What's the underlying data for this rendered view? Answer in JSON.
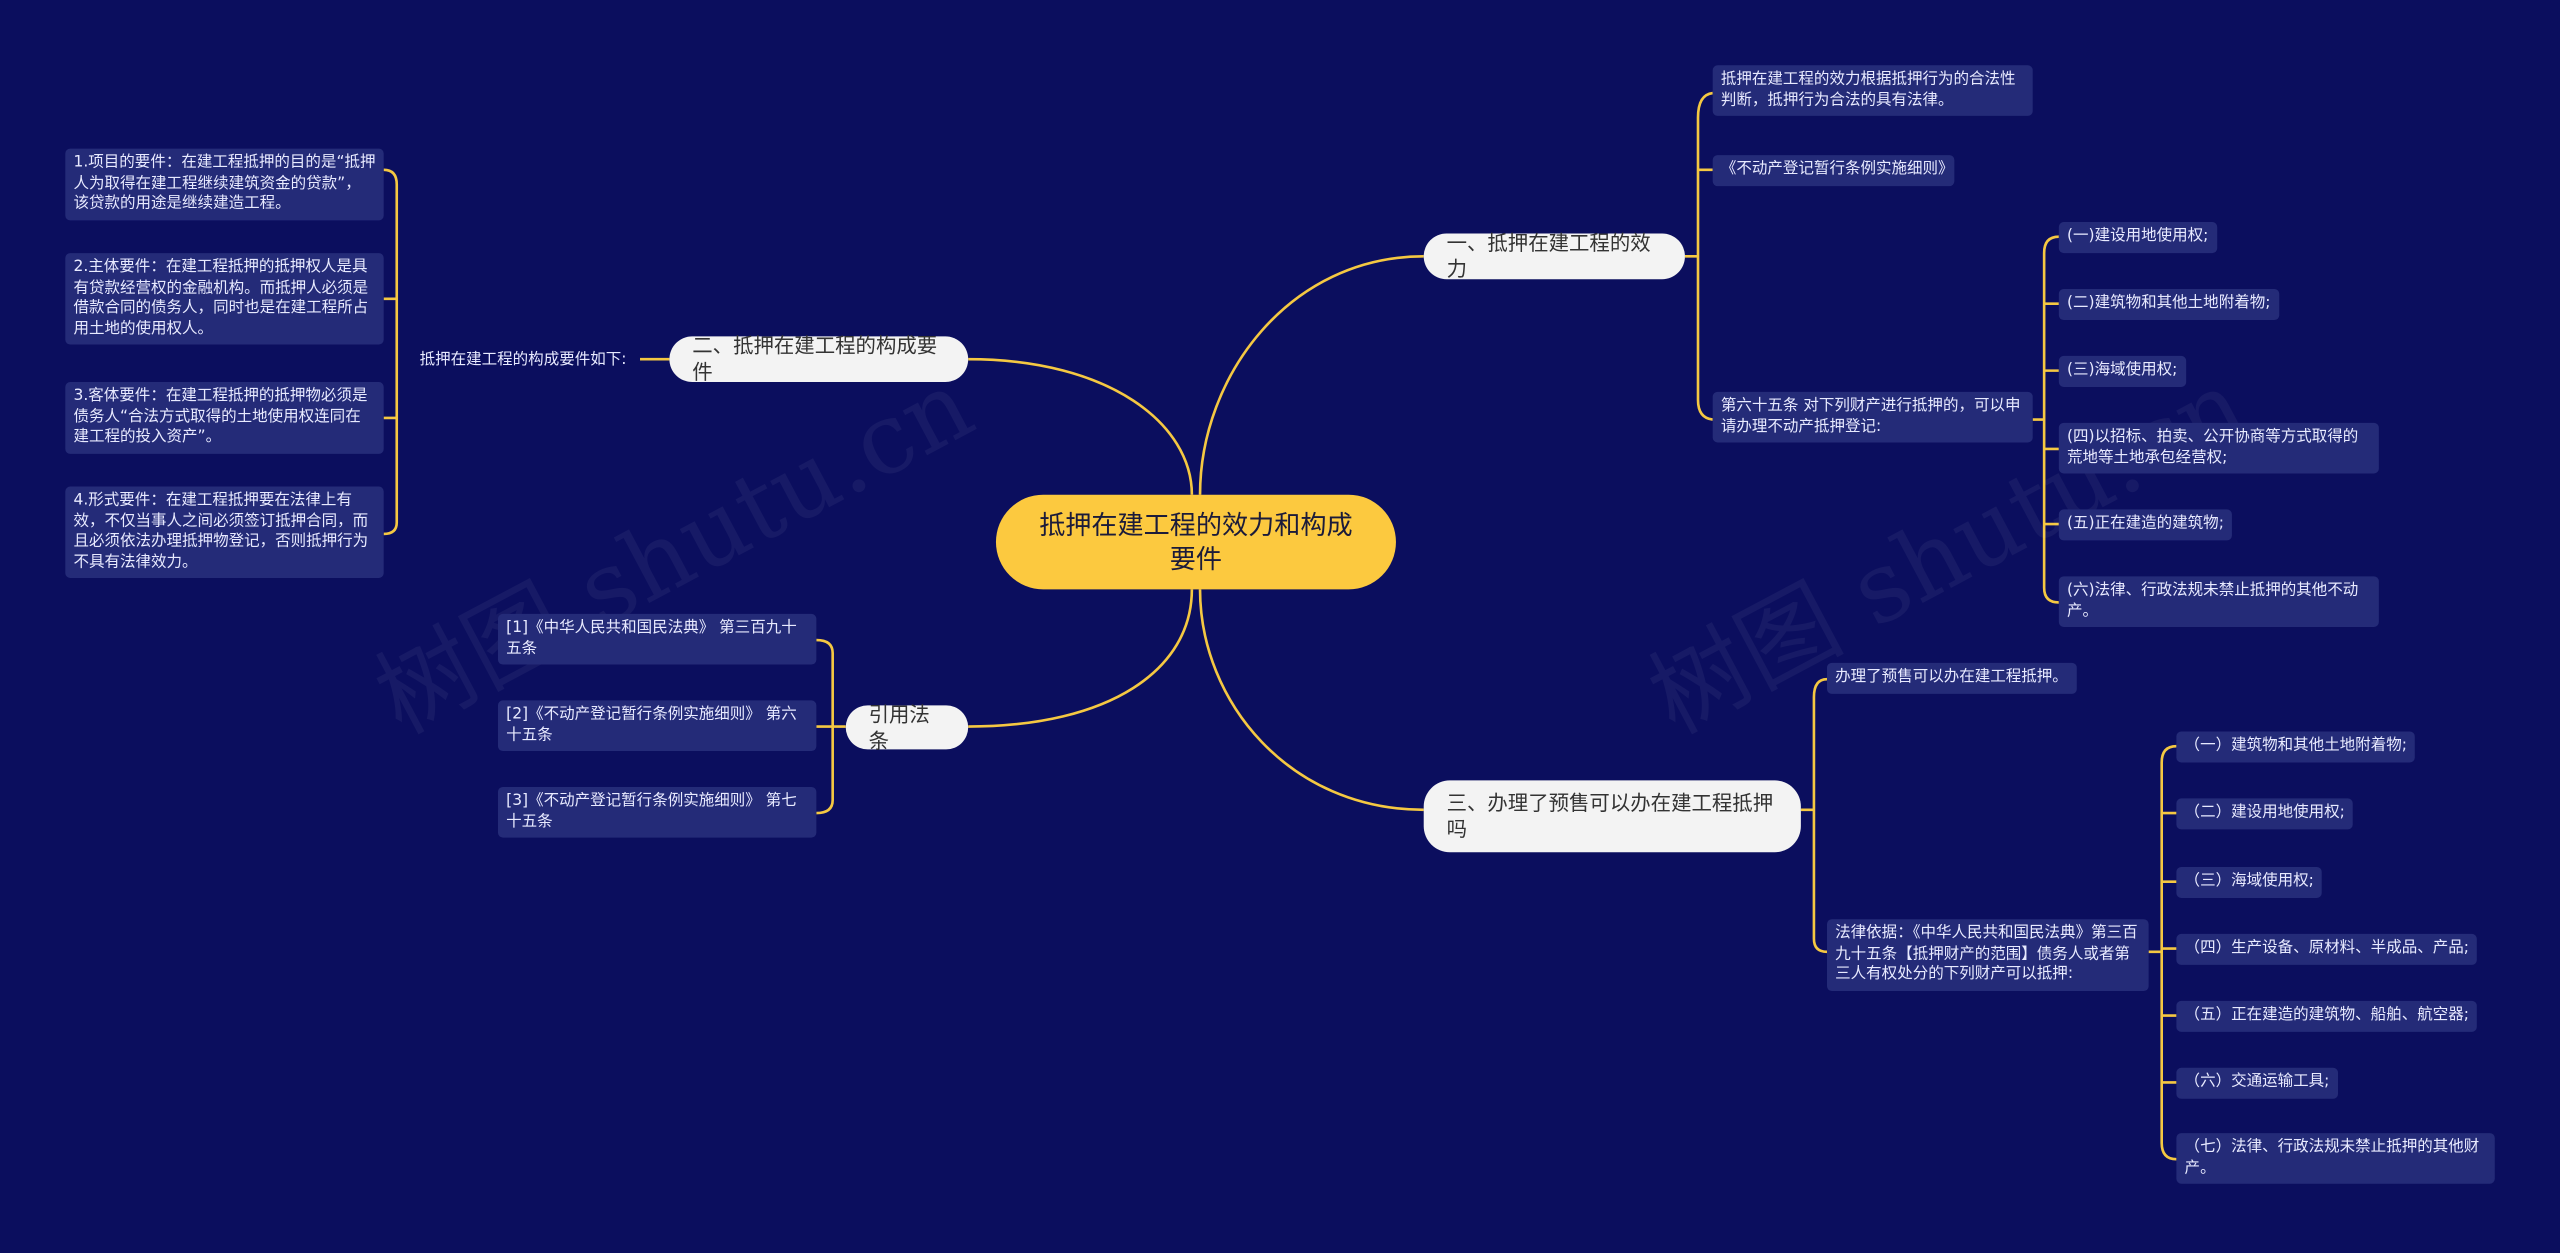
{
  "root": "抵押在建工程的效力和构成要件",
  "branches": {
    "b1": "一、抵押在建工程的效力",
    "b2": "二、抵押在建工程的构成要件",
    "b3": "三、办理了预售可以办在建工程抵押吗",
    "b4": "引用法条"
  },
  "b1_items": {
    "a": "抵押在建工程的效力根据抵押行为的合法性判断，抵押行为合法的具有法律。",
    "b": "《不动产登记暂行条例实施细则》",
    "c": "第六十五条 对下列财产进行抵押的，可以申请办理不动产抵押登记:",
    "c_items": [
      "(一)建设用地使用权;",
      "(二)建筑物和其他土地附着物;",
      "(三)海域使用权;",
      "(四)以招标、拍卖、公开协商等方式取得的荒地等土地承包经营权;",
      "(五)正在建造的建筑物;",
      "(六)法律、行政法规未禁止抵押的其他不动产。"
    ]
  },
  "b2_items": {
    "mid": "抵押在建工程的构成要件如下:",
    "items": [
      "1.项目的要件：在建工程抵押的目的是“抵押人为取得在建工程继续建筑资金的贷款”，该贷款的用途是继续建造工程。",
      "2.主体要件：在建工程抵押的抵押权人是具有贷款经营权的金融机构。而抵押人必须是借款合同的债务人，同时也是在建工程所占用土地的使用权人。",
      "3.客体要件：在建工程抵押的抵押物必须是债务人“合法方式取得的土地使用权连同在建工程的投入资产”。",
      "4.形式要件：在建工程抵押要在法律上有效，不仅当事人之间必须签订抵押合同，而且必须依法办理抵押物登记，否则抵押行为不具有法律效力。"
    ]
  },
  "b3_items": {
    "a": "办理了预售可以办在建工程抵押。",
    "b": "法律依据：《中华人民共和国民法典》第三百九十五条【抵押财产的范围】债务人或者第三人有权处分的下列财产可以抵押:",
    "b_items": [
      "（一）建筑物和其他土地附着物;",
      "（二）建设用地使用权;",
      "（三）海域使用权;",
      "（四）生产设备、原材料、半成品、产品;",
      "（五）正在建造的建筑物、船舶、航空器;",
      "（六）交通运输工具;",
      "（七）法律、行政法规未禁止抵押的其他财产。"
    ]
  },
  "b4_items": [
    "[1]《中华人民共和国民法典》 第三百九十五条",
    "[2]《不动产登记暂行条例实施细则》 第六十五条",
    "[3]《不动产登记暂行条例实施细则》 第七十五条"
  ],
  "watermarks": [
    "树图 shutu.cn",
    "树图 shutu.cn"
  ],
  "colors": {
    "background": "#0b0e5e",
    "root": "#fcc93f",
    "link": "#f5c842",
    "leaf": "#242b78"
  }
}
